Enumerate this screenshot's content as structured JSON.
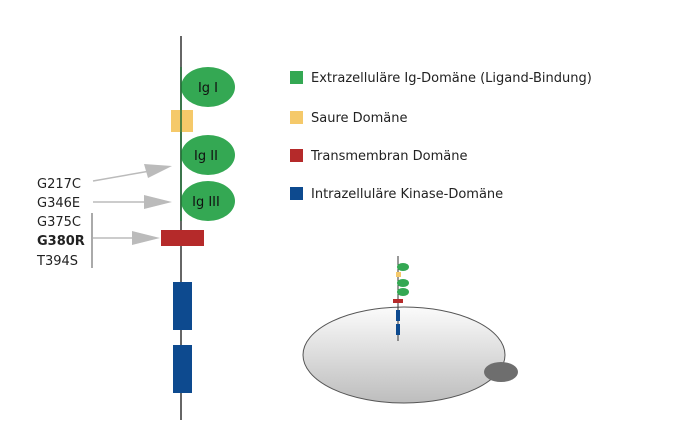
{
  "domains": {
    "ig1": "Ig I",
    "ig2": "Ig II",
    "ig3": "Ig III"
  },
  "mutations": [
    {
      "label": "G217C",
      "bold": false
    },
    {
      "label": "G346E",
      "bold": false
    },
    {
      "label": "G375C",
      "bold": false
    },
    {
      "label": "G380R",
      "bold": true
    },
    {
      "label": "T394S",
      "bold": false
    }
  ],
  "legend": [
    {
      "label": "Extrazelluläre Ig-Domäne (Ligand-Bindung)",
      "color": "#34a853"
    },
    {
      "label": "Saure Domäne",
      "color": "#f5c96a"
    },
    {
      "label": "Transmembran Domäne",
      "color": "#b52a2a"
    },
    {
      "label": "Intrazelluläre Kinase-Domäne",
      "color": "#0d4a8f"
    }
  ]
}
